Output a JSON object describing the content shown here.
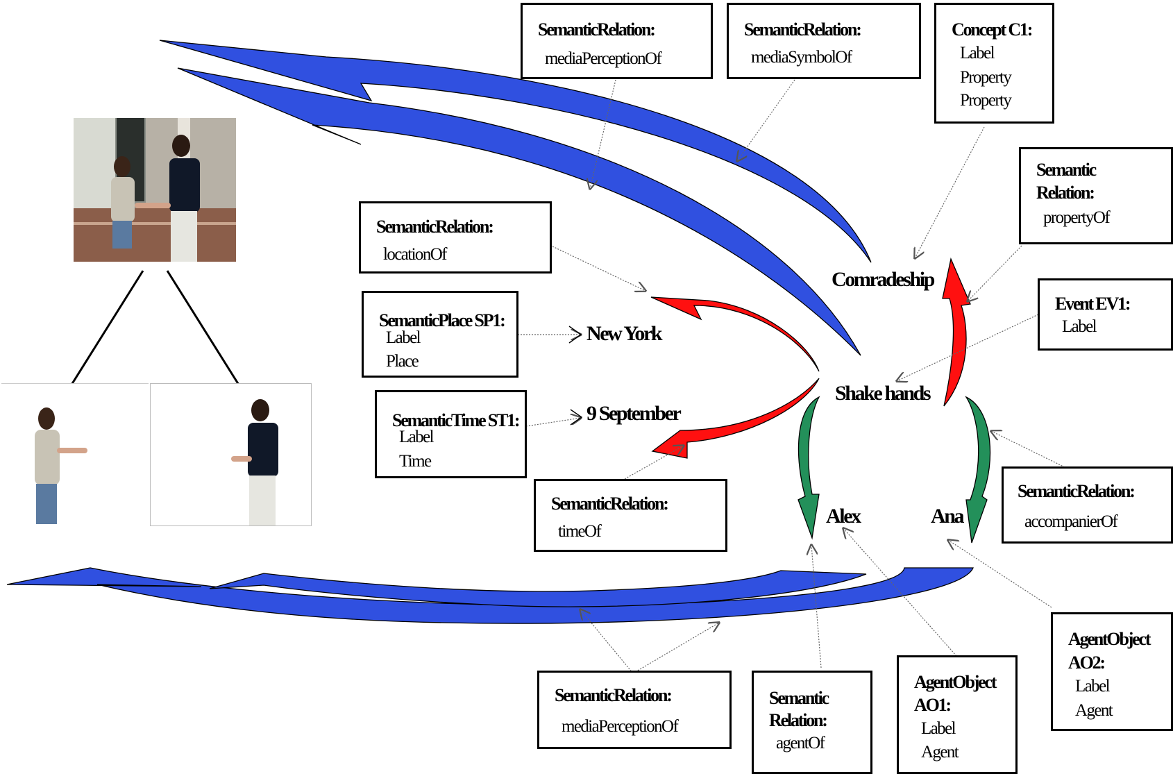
{
  "nodes": {
    "comradeship": "Comradeship",
    "shake_hands": "Shake hands",
    "new_york": "New York",
    "nine_september": "9 September",
    "alex": "Alex",
    "ana": "Ana"
  },
  "boxes": {
    "media_perception_top": {
      "title": "SemanticRelation:",
      "lines": [
        "mediaPerceptionOf"
      ]
    },
    "media_symbol": {
      "title": "SemanticRelation:",
      "lines": [
        "mediaSymbolOf"
      ]
    },
    "concept_c1": {
      "title": "Concept  C1:",
      "lines": [
        "Label",
        "Property",
        "Property"
      ]
    },
    "property_of": {
      "title_lines": [
        "Semantic",
        "Relation:"
      ],
      "lines": [
        "propertyOf"
      ]
    },
    "location_of": {
      "title": "SemanticRelation:",
      "lines": [
        "locationOf"
      ]
    },
    "event_ev1": {
      "title": "Event  EV1:",
      "lines": [
        "Label"
      ]
    },
    "semantic_place": {
      "title": "SemanticPlace  SP1:",
      "lines": [
        "Label",
        "Place"
      ]
    },
    "semantic_time": {
      "title": "SemanticTime  ST1:",
      "lines": [
        "Label",
        "Time"
      ]
    },
    "time_of": {
      "title": "SemanticRelation:",
      "lines": [
        "timeOf"
      ]
    },
    "accompanier_of": {
      "title": "SemanticRelation:",
      "lines": [
        "accompanierOf"
      ]
    },
    "media_perception_bottom": {
      "title": "SemanticRelation:",
      "lines": [
        "mediaPerceptionOf"
      ]
    },
    "agent_of": {
      "title_lines": [
        "Semantic",
        "Relation:"
      ],
      "lines": [
        "agentOf"
      ]
    },
    "agent_object_ao1": {
      "title_lines": [
        "AgentObject",
        "AO1:"
      ],
      "lines": [
        "Label",
        "Agent"
      ]
    },
    "agent_object_ao2": {
      "title_lines": [
        "AgentObject",
        "AO2:"
      ],
      "lines": [
        "Label",
        "Agent"
      ]
    }
  },
  "colors": {
    "blue_arrow": "#3050e0",
    "red_arrow": "#ff1010",
    "green_arrow": "#23905a",
    "outline": "#000000"
  }
}
